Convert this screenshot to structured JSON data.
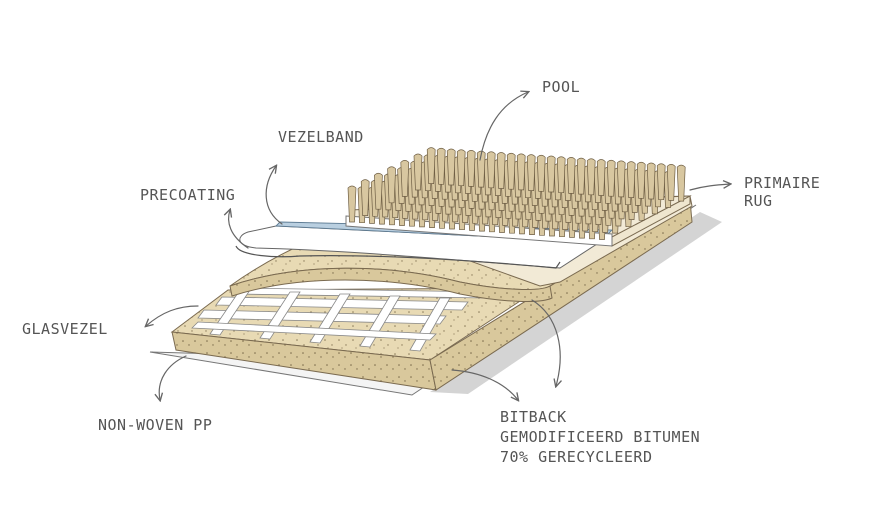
{
  "labels": {
    "pool": "POOL",
    "vezelband": "VEZELBAND",
    "precoating": "PRECOATING",
    "primaire_line1": "PRIMAIRE",
    "primaire_line2": "RUG",
    "glasvezel": "GLASVEZEL",
    "nonwoven": "NON-WOVEN PP",
    "bitback_line1": "BITBACK",
    "bitback_line2": "GEMODIFICEERD BITUMEN",
    "bitback_line3": "70% GERECYCLEERD"
  },
  "colors": {
    "bitumen": "#e8dab4",
    "bitumen_side": "#d9c89c",
    "tuft": "#d8c7a0",
    "precoat_blue": "#b9cfe0",
    "glass_fiber": "#ffffff",
    "nonwoven": "#f4f4f4",
    "shadow": "#d4d4d4",
    "label": "#555555"
  }
}
